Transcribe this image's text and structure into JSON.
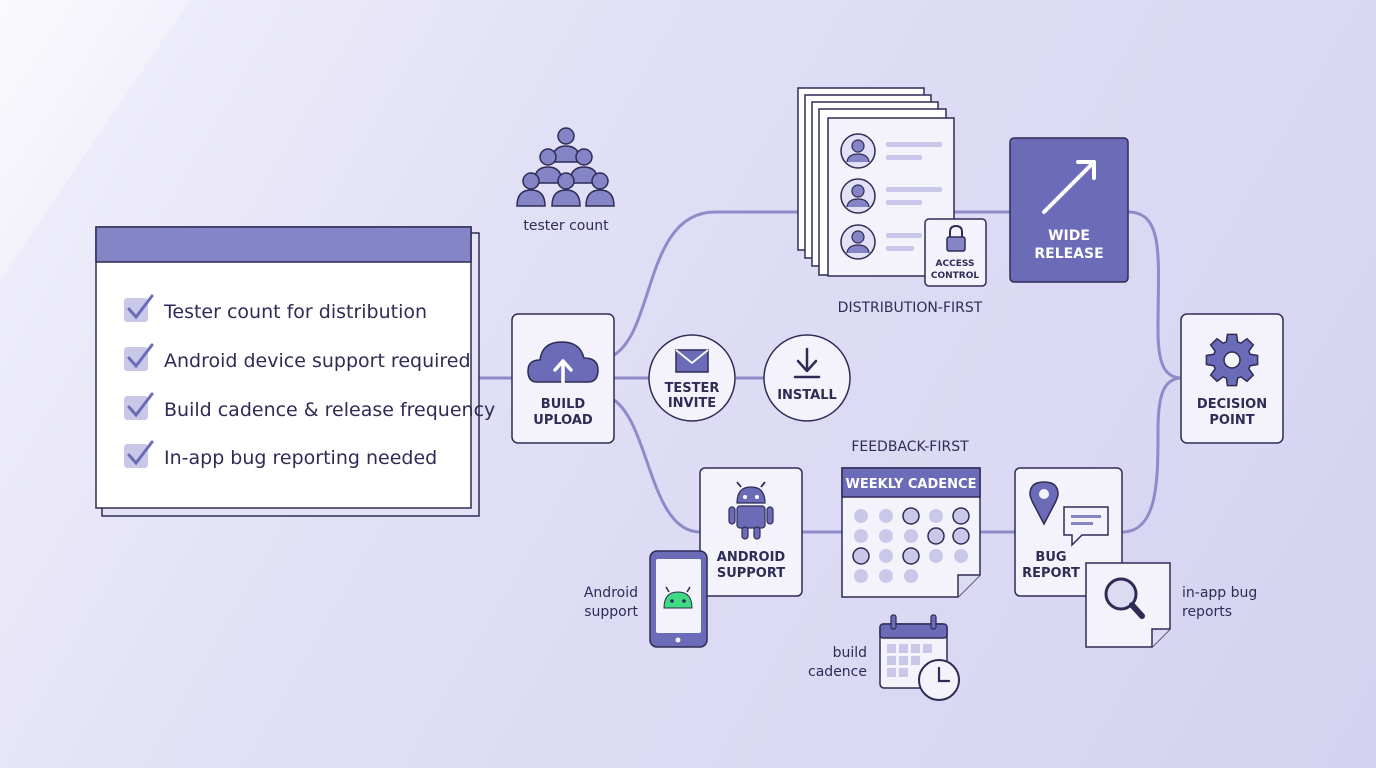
{
  "checklist": {
    "items": [
      "Tester count for distribution",
      "Android device support required",
      "Build cadence & release frequency",
      "In-app bug reporting needed"
    ]
  },
  "nodes": {
    "build_upload": [
      "BUILD",
      "UPLOAD"
    ],
    "tester_invite": [
      "TESTER",
      "INVITE"
    ],
    "install": "INSTALL",
    "access_control": [
      "ACCESS",
      "CONTROL"
    ],
    "wide_release": [
      "WIDE",
      "RELEASE"
    ],
    "decision_point": [
      "DECISION",
      "POINT"
    ],
    "android_support": [
      "ANDROID",
      "SUPPORT"
    ],
    "weekly_cadence": "WEEKLY CADENCE",
    "bug_report": [
      "BUG",
      "REPORT"
    ]
  },
  "labels": {
    "tester_count": "tester count",
    "distribution_first": "DISTRIBUTION-FIRST",
    "feedback_first": "FEEDBACK-FIRST",
    "android_support": [
      "Android",
      "support"
    ],
    "build_cadence": [
      "build",
      "cadence"
    ],
    "in_app_bug_reports": [
      "in-app bug",
      "reports"
    ]
  },
  "colors": {
    "accent": "#6c6bb8",
    "line": "#8e8cc8",
    "ink": "#2e2c55",
    "android_green": "#3ddc84"
  }
}
